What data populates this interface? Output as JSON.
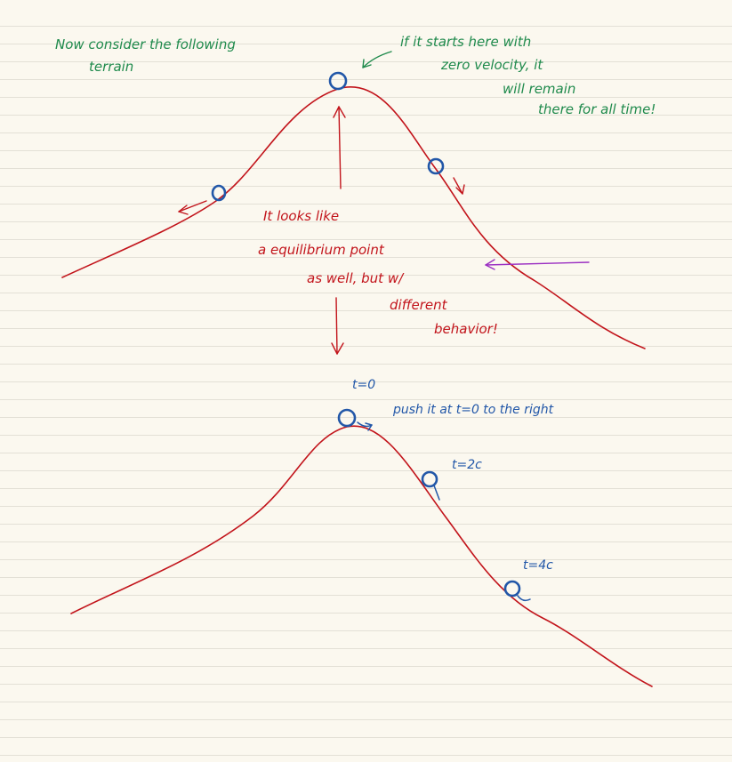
{
  "notes": {
    "intro_line1": "Now consider the following",
    "intro_line2": "terrain",
    "top_note_line1": "if it starts here with",
    "top_note_line2": "zero velocity, it",
    "top_note_line3": "will remain",
    "top_note_line4": "there for all time!",
    "middle_line1": "It looks like",
    "middle_line2": "a equilibrium point",
    "middle_line3": "as well, but w/",
    "middle_line4": "different",
    "middle_line5": "behavior!",
    "t0_label": "t=0",
    "push_note": "push it at t=0 to the right",
    "t2_label": "t=2c",
    "t4_label": "t=4c"
  },
  "colors": {
    "paper": "#fbf8ef",
    "rule": "#e3e0d6",
    "green_ink": "#1f8a4c",
    "red_ink": "#c2141b",
    "blue_ink": "#2257a8",
    "purple_ink": "#9b2fc2"
  }
}
